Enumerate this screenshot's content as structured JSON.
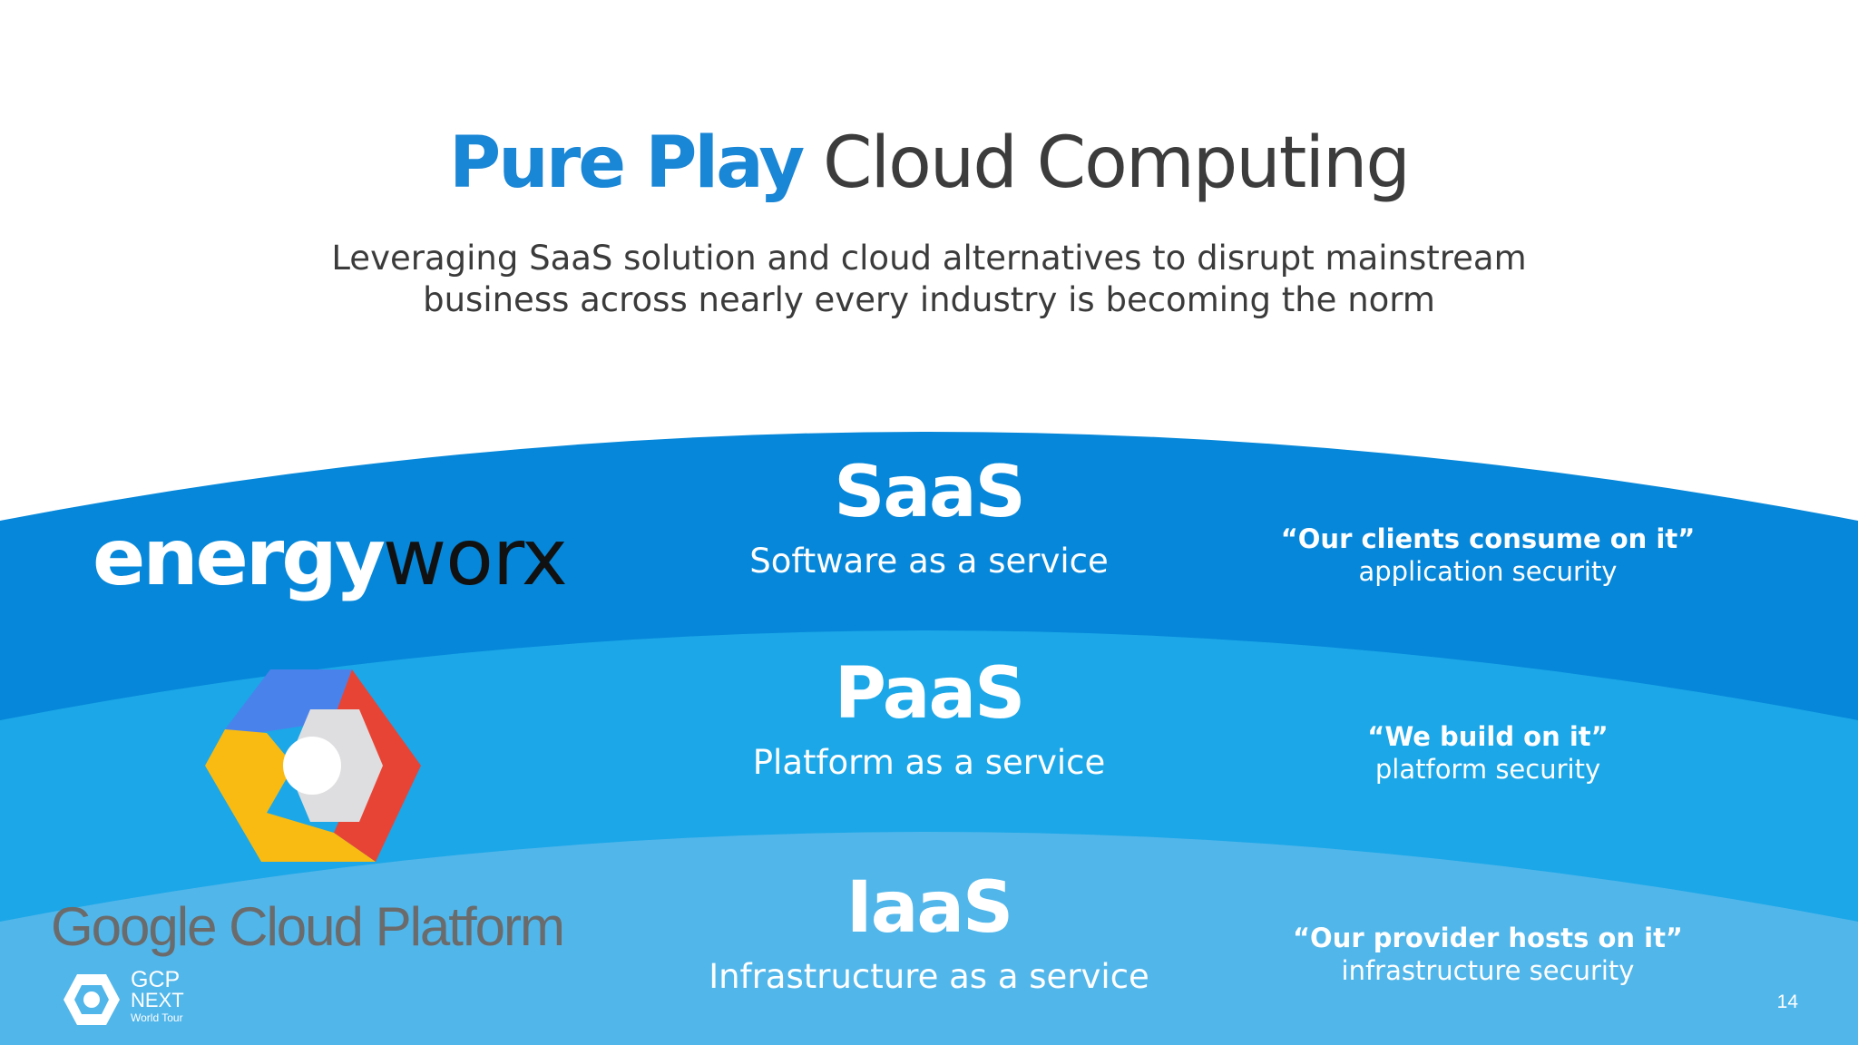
{
  "header": {
    "title_accent": "Pure Play",
    "title_rest": "Cloud Computing",
    "subtitle_line1": "Leveraging SaaS solution and cloud alternatives to disrupt mainstream",
    "subtitle_line2": "business across nearly every industry is becoming the norm"
  },
  "layers": [
    {
      "abbr": "SaaS",
      "desc": "Software as a service",
      "quote": "“Our clients consume on it”",
      "security": "application security",
      "color": "#0687d9"
    },
    {
      "abbr": "PaaS",
      "desc": "Platform as a service",
      "quote": "“We build on it”",
      "security": "platform security",
      "color": "#1ba7e8"
    },
    {
      "abbr": "IaaS",
      "desc": "Infrastructure  as a service",
      "quote": "“Our provider hosts on it”",
      "security": "infrastructure security",
      "color": "#51b6ea"
    }
  ],
  "logos": {
    "energyworx_part1": "energy",
    "energyworx_part2": "worx",
    "gcp_wordmark": "Google Cloud Platform",
    "gcp_colors": [
      "#4a82ec",
      "#e84435",
      "#f9bb12",
      "#dedee0"
    ],
    "next_line1": "GCP",
    "next_line2": "NEXT",
    "next_line3": "World Tour"
  },
  "footer": {
    "page_number": "14"
  }
}
